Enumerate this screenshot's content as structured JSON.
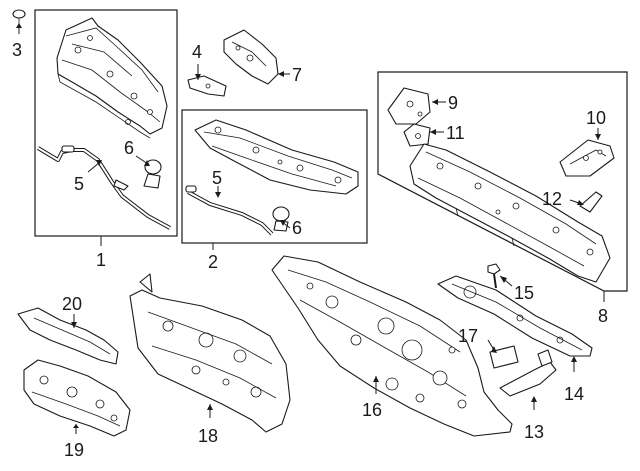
{
  "callouts": [
    {
      "id": "c1",
      "label": "1"
    },
    {
      "id": "c2",
      "label": "2"
    },
    {
      "id": "c3",
      "label": "3"
    },
    {
      "id": "c4",
      "label": "4"
    },
    {
      "id": "c5a",
      "label": "5"
    },
    {
      "id": "c5b",
      "label": "5"
    },
    {
      "id": "c6a",
      "label": "6"
    },
    {
      "id": "c6b",
      "label": "6"
    },
    {
      "id": "c7",
      "label": "7"
    },
    {
      "id": "c8",
      "label": "8"
    },
    {
      "id": "c9",
      "label": "9"
    },
    {
      "id": "c10",
      "label": "10"
    },
    {
      "id": "c11",
      "label": "11"
    },
    {
      "id": "c12",
      "label": "12"
    },
    {
      "id": "c13",
      "label": "13"
    },
    {
      "id": "c14",
      "label": "14"
    },
    {
      "id": "c15",
      "label": "15"
    },
    {
      "id": "c16",
      "label": "16"
    },
    {
      "id": "c17",
      "label": "17"
    },
    {
      "id": "c18",
      "label": "18"
    },
    {
      "id": "c19",
      "label": "19"
    },
    {
      "id": "c20",
      "label": "20"
    }
  ],
  "icons": {
    "clip": "push-clip-icon",
    "bolt": "bolt-icon",
    "hose": "drain-hose-icon"
  }
}
